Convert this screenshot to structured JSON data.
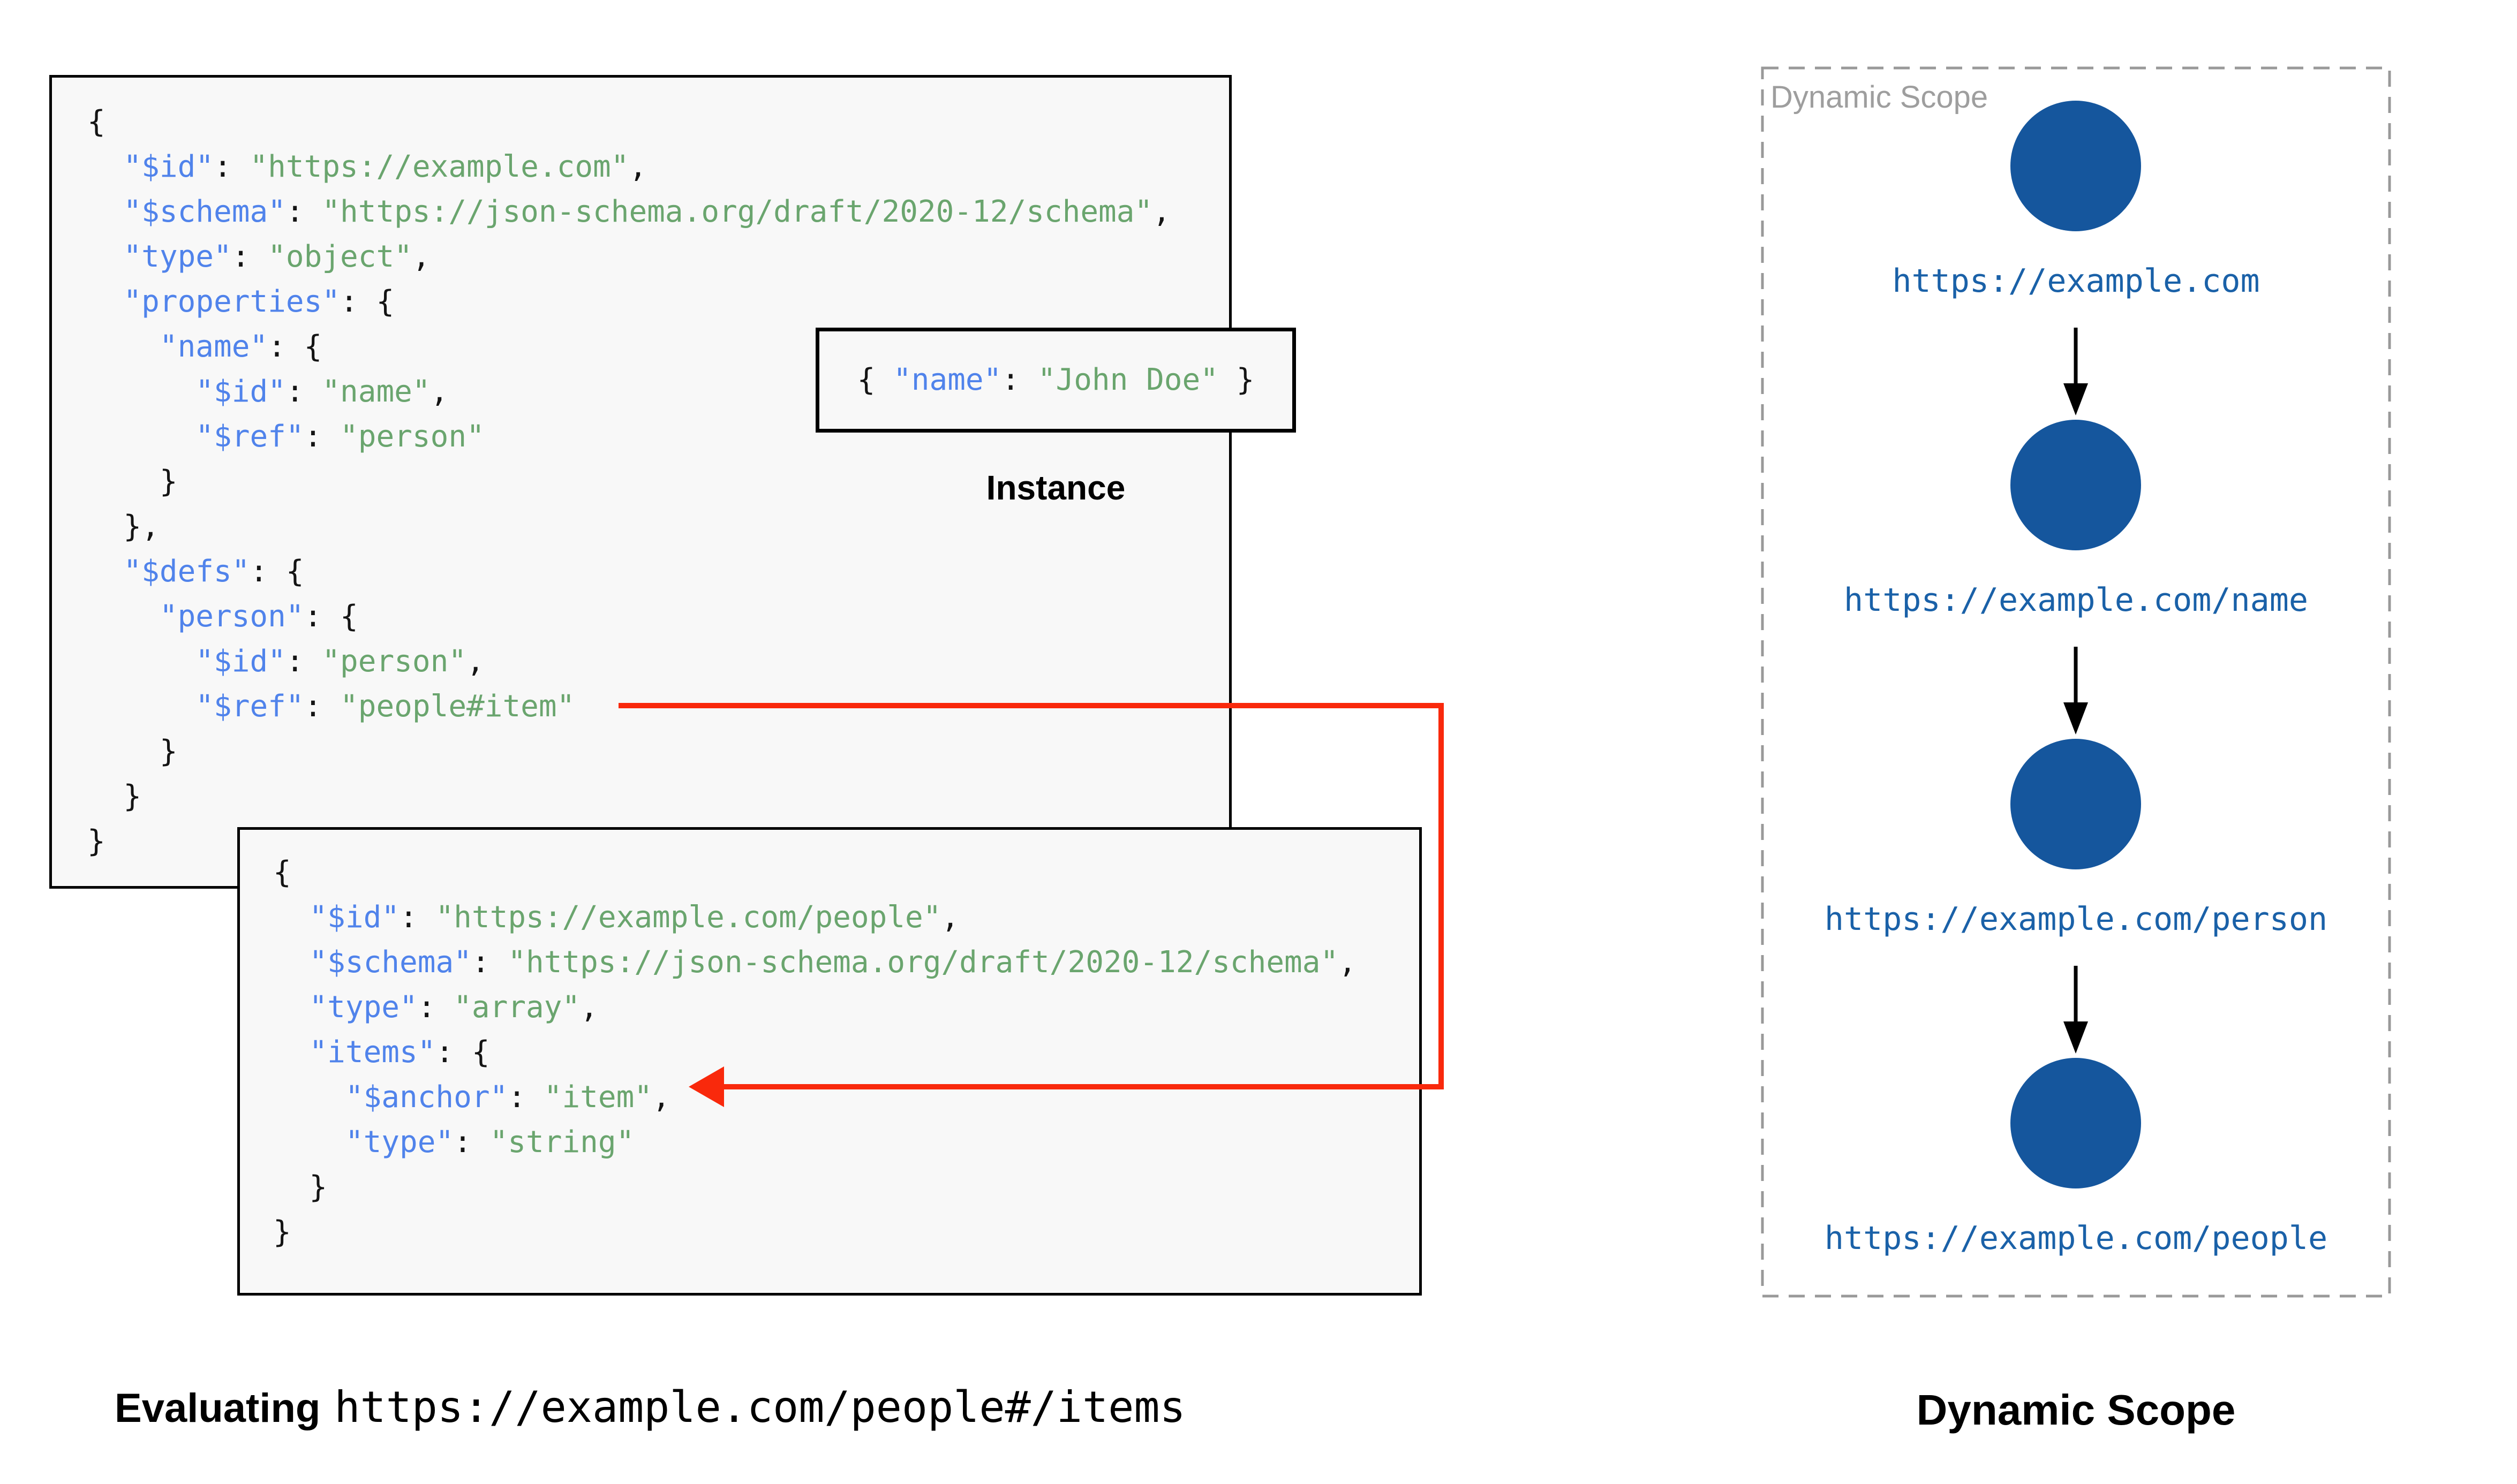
{
  "palette": {
    "key_color": "#5083eb",
    "string_color": "#6aa56e",
    "plain_color": "#141414",
    "red": "#f9290c",
    "circle_blue": "#15569d",
    "url_blue": "#1a61a8",
    "box_bg": "#f8f8f8",
    "dash_gray": "#999999",
    "label_gray": "#9e9e9e"
  },
  "schema1": {
    "lines": [
      [
        {
          "t": "p",
          "v": "{"
        }
      ],
      [
        {
          "t": "p",
          "v": "  "
        },
        {
          "t": "k",
          "v": "\"$id\""
        },
        {
          "t": "p",
          "v": ": "
        },
        {
          "t": "s",
          "v": "\"https://example.com\""
        },
        {
          "t": "p",
          "v": ","
        }
      ],
      [
        {
          "t": "p",
          "v": "  "
        },
        {
          "t": "k",
          "v": "\"$schema\""
        },
        {
          "t": "p",
          "v": ": "
        },
        {
          "t": "s",
          "v": "\"https://json-schema.org/draft/2020-12/schema\""
        },
        {
          "t": "p",
          "v": ","
        }
      ],
      [
        {
          "t": "p",
          "v": "  "
        },
        {
          "t": "k",
          "v": "\"type\""
        },
        {
          "t": "p",
          "v": ": "
        },
        {
          "t": "s",
          "v": "\"object\""
        },
        {
          "t": "p",
          "v": ","
        }
      ],
      [
        {
          "t": "p",
          "v": "  "
        },
        {
          "t": "k",
          "v": "\"properties\""
        },
        {
          "t": "p",
          "v": ": {"
        }
      ],
      [
        {
          "t": "p",
          "v": "    "
        },
        {
          "t": "k",
          "v": "\"name\""
        },
        {
          "t": "p",
          "v": ": {"
        }
      ],
      [
        {
          "t": "p",
          "v": "      "
        },
        {
          "t": "k",
          "v": "\"$id\""
        },
        {
          "t": "p",
          "v": ": "
        },
        {
          "t": "s",
          "v": "\"name\""
        },
        {
          "t": "p",
          "v": ","
        }
      ],
      [
        {
          "t": "p",
          "v": "      "
        },
        {
          "t": "k",
          "v": "\"$ref\""
        },
        {
          "t": "p",
          "v": ": "
        },
        {
          "t": "s",
          "v": "\"person\""
        }
      ],
      [
        {
          "t": "p",
          "v": "    }"
        }
      ],
      [
        {
          "t": "p",
          "v": "  },"
        }
      ],
      [
        {
          "t": "p",
          "v": "  "
        },
        {
          "t": "k",
          "v": "\"$defs\""
        },
        {
          "t": "p",
          "v": ": {"
        }
      ],
      [
        {
          "t": "p",
          "v": "    "
        },
        {
          "t": "k",
          "v": "\"person\""
        },
        {
          "t": "p",
          "v": ": {"
        }
      ],
      [
        {
          "t": "p",
          "v": "      "
        },
        {
          "t": "k",
          "v": "\"$id\""
        },
        {
          "t": "p",
          "v": ": "
        },
        {
          "t": "s",
          "v": "\"person\""
        },
        {
          "t": "p",
          "v": ","
        }
      ],
      [
        {
          "t": "p",
          "v": "      "
        },
        {
          "t": "k",
          "v": "\"$ref\""
        },
        {
          "t": "p",
          "v": ": "
        },
        {
          "t": "s",
          "v": "\"people#item\""
        }
      ],
      [
        {
          "t": "p",
          "v": "    }"
        }
      ],
      [
        {
          "t": "p",
          "v": "  }"
        }
      ],
      [
        {
          "t": "p",
          "v": "}"
        }
      ]
    ]
  },
  "instance": {
    "label": "Instance",
    "code": [
      [
        {
          "t": "p",
          "v": "{ "
        },
        {
          "t": "k",
          "v": "\"name\""
        },
        {
          "t": "p",
          "v": ": "
        },
        {
          "t": "s",
          "v": "\"John Doe\""
        },
        {
          "t": "p",
          "v": " }"
        }
      ]
    ]
  },
  "schema2": {
    "lines": [
      [
        {
          "t": "p",
          "v": "{"
        }
      ],
      [
        {
          "t": "p",
          "v": "  "
        },
        {
          "t": "k",
          "v": "\"$id\""
        },
        {
          "t": "p",
          "v": ": "
        },
        {
          "t": "s",
          "v": "\"https://example.com/people\""
        },
        {
          "t": "p",
          "v": ","
        }
      ],
      [
        {
          "t": "p",
          "v": "  "
        },
        {
          "t": "k",
          "v": "\"$schema\""
        },
        {
          "t": "p",
          "v": ": "
        },
        {
          "t": "s",
          "v": "\"https://json-schema.org/draft/2020-12/schema\""
        },
        {
          "t": "p",
          "v": ","
        }
      ],
      [
        {
          "t": "p",
          "v": "  "
        },
        {
          "t": "k",
          "v": "\"type\""
        },
        {
          "t": "p",
          "v": ": "
        },
        {
          "t": "s",
          "v": "\"array\""
        },
        {
          "t": "p",
          "v": ","
        }
      ],
      [
        {
          "t": "p",
          "v": "  "
        },
        {
          "t": "k",
          "v": "\"items\""
        },
        {
          "t": "p",
          "v": ": {"
        }
      ],
      [
        {
          "t": "p",
          "v": "    "
        },
        {
          "t": "k",
          "v": "\"$anchor\""
        },
        {
          "t": "p",
          "v": ": "
        },
        {
          "t": "s",
          "v": "\"item\""
        },
        {
          "t": "p",
          "v": ","
        }
      ],
      [
        {
          "t": "p",
          "v": "    "
        },
        {
          "t": "k",
          "v": "\"type\""
        },
        {
          "t": "p",
          "v": ": "
        },
        {
          "t": "s",
          "v": "\"string\""
        }
      ],
      [
        {
          "t": "p",
          "v": "  }"
        }
      ],
      [
        {
          "t": "p",
          "v": "}"
        }
      ]
    ]
  },
  "dynamic_scope": {
    "panel_label": "Dynamic Scope",
    "caption": "Dynamic Scope",
    "nodes": [
      {
        "url": "https://example.com"
      },
      {
        "url": "https://example.com/name"
      },
      {
        "url": "https://example.com/person"
      },
      {
        "url": "https://example.com/people"
      }
    ]
  },
  "evaluating": {
    "prefix": "Evaluating",
    "uri": "https://example.com/people#/items"
  }
}
